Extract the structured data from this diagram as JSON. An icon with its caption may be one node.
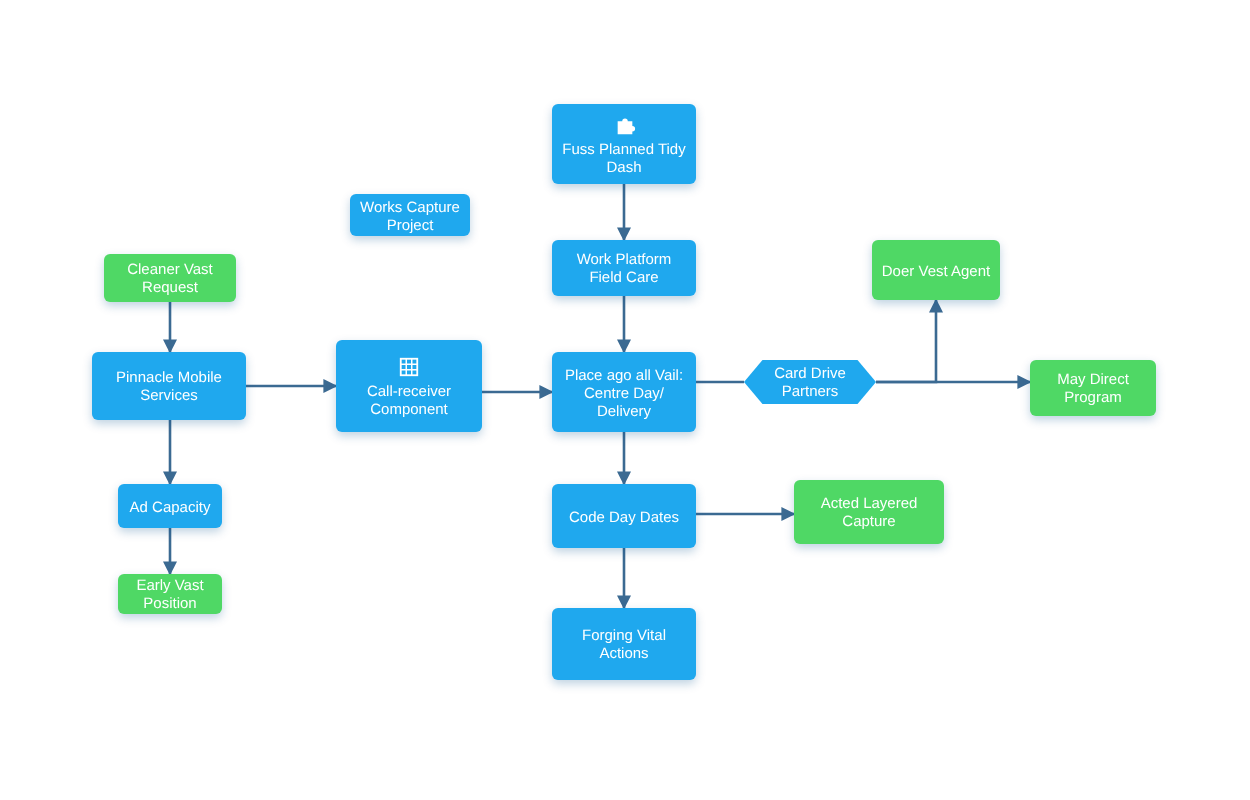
{
  "diagram": {
    "nodes": [
      {
        "text": [
          "Fuss Planned Tidy Dash"
        ]
      },
      {
        "text": [
          "Works Capture Project"
        ]
      },
      {
        "text": [
          "Work Platform Field Care"
        ]
      },
      {
        "text": [
          "Doer Vest Agent"
        ]
      },
      {
        "text": [
          "Cleaner Vast Request"
        ]
      },
      {
        "text": [
          "Pinnacle Mobile Services"
        ]
      },
      {
        "text": [
          "Call-receiver Component"
        ]
      },
      {
        "text": [
          "Place ago all Vail: Centre Day/ Delivery"
        ]
      },
      {
        "text": [
          "Card Drive Partners"
        ]
      },
      {
        "text": [
          "May Direct Program"
        ]
      },
      {
        "text": [
          "Ad Capacity"
        ]
      },
      {
        "text": [
          "Code Day Dates"
        ]
      },
      {
        "text": [
          "Acted Layered Capture"
        ]
      },
      {
        "text": [
          "Early Vast Position"
        ]
      },
      {
        "text": [
          "Forging Vital Actions"
        ]
      }
    ],
    "edges": [
      {
        "from": 0,
        "to": 2,
        "arrow": "to"
      },
      {
        "from": 2,
        "to": 7,
        "arrow": "to"
      },
      {
        "from": 4,
        "to": 5,
        "arrow": "to"
      },
      {
        "from": 5,
        "to": 6,
        "arrow": "to"
      },
      {
        "from": 6,
        "to": 7,
        "arrow": "to"
      },
      {
        "from": 7,
        "to": 8,
        "arrow": "none"
      },
      {
        "from": 8,
        "to": 3,
        "arrow": "to"
      },
      {
        "from": 8,
        "to": 9,
        "arrow": "to"
      },
      {
        "from": 5,
        "to": 10,
        "arrow": "to"
      },
      {
        "from": 10,
        "to": 13,
        "arrow": "to"
      },
      {
        "from": 7,
        "to": 11,
        "arrow": "to"
      },
      {
        "from": 11,
        "to": 12,
        "arrow": "to"
      },
      {
        "from": 11,
        "to": 14,
        "arrow": "to"
      }
    ]
  }
}
